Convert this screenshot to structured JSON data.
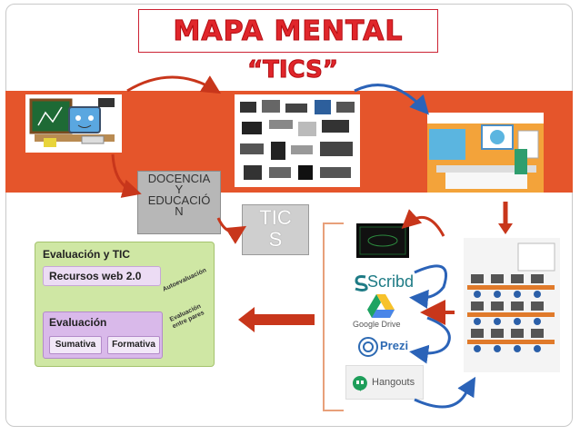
{
  "title": "MAPA MENTAL",
  "subtitle": "“TICS”",
  "labels": {
    "docencia": [
      "DOCENCIA",
      "Y",
      "EDUCACIÓ",
      "N"
    ],
    "tics": [
      "TIC",
      "S"
    ]
  },
  "evaluation_card": {
    "title": "Evaluación y TIC",
    "resources": "Recursos web 2.0",
    "auto": "Autoevaluación",
    "peer": [
      "Evaluación",
      "entre pares"
    ],
    "evaluation": "Evaluación",
    "summative": "Sumativa",
    "formative": "Formativa"
  },
  "tools": {
    "scribd": "Scribd",
    "google_drive": "Google Drive",
    "prezi": "Prezi",
    "hangouts": "Hangouts"
  },
  "colors": {
    "band": "#e5552b",
    "title_red": "#e0262b",
    "arrow_red": "#c8361b",
    "arrow_blue": "#2b63b8"
  }
}
